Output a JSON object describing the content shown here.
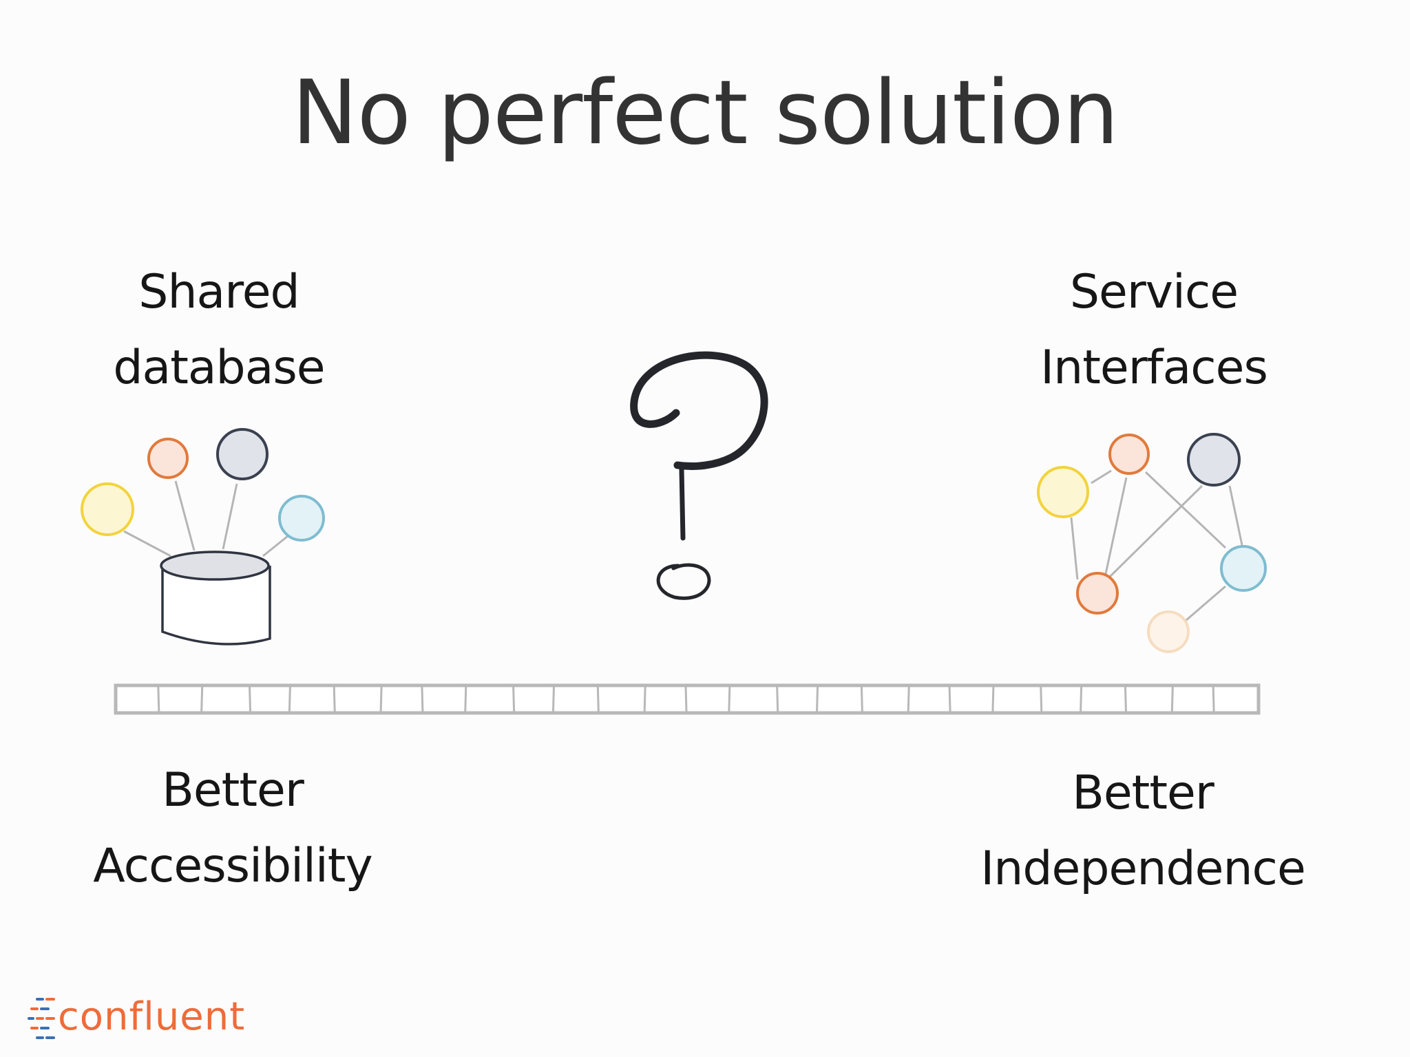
{
  "title": "No perfect solution",
  "left": {
    "heading_line1": "Shared",
    "heading_line2": "database",
    "benefit_line1": "Better",
    "benefit_line2": "Accessibility"
  },
  "right": {
    "heading_line1": "Service",
    "heading_line2": "Interfaces",
    "benefit_line1": "Better",
    "benefit_line2": "Independence"
  },
  "center_symbol": "question-mark",
  "logo": {
    "text": "confluent"
  },
  "colors": {
    "ink": "#333333",
    "yellow": "#f2d33d",
    "orange": "#e07a3c",
    "slate": "#3a4150",
    "teal": "#7fbcd0",
    "pale_orange": "#f6dcc0",
    "scale_gray": "#b8b8b8",
    "brand_orange": "#ee6c3a",
    "brand_blue": "#3b6fb6"
  }
}
